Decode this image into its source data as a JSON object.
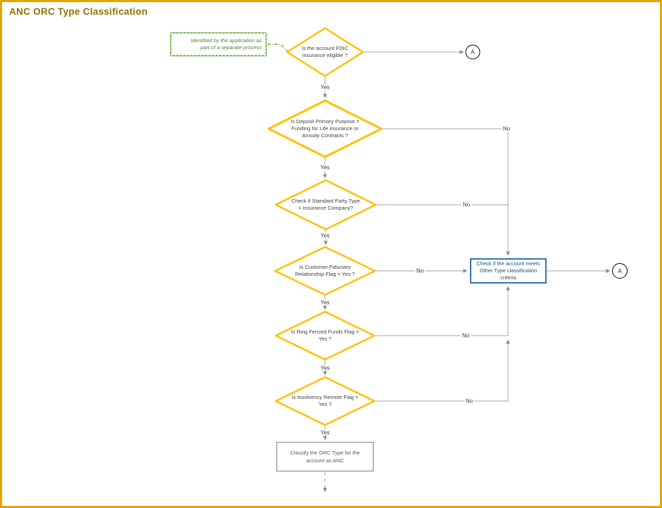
{
  "page": {
    "title": "ANC ORC Type Classification"
  },
  "colors": {
    "page_border_gold": "#E4A400",
    "page_shadow_slate": "#44546A",
    "title_gold": "#8F7100",
    "decision_border_gold": "#FFC000",
    "annotation_green": "#70AD47",
    "annotation_text_green": "#538135",
    "process_blue_border": "#2E75B6",
    "process_blue_text": "#1F4E79",
    "connector_gray": "#A6A6A6"
  },
  "fc": {
    "annotation": {
      "lines": [
        "Identified by the application as",
        "part of a separate process"
      ]
    },
    "decisions": [
      {
        "id": "fdic-eligible",
        "lines": [
          "Is the account FDIC",
          "insurance eligible ?"
        ]
      },
      {
        "id": "deposit-purpose",
        "lines": [
          "Is Deposit Primary Purpose =",
          "Funding for Life insurance or",
          "Annuity Contracts ?"
        ]
      },
      {
        "id": "standard-party-type",
        "lines": [
          "Check if Standard Party Type",
          "= Insurance Company?"
        ]
      },
      {
        "id": "fiduciary-flag",
        "lines": [
          "Is Customer Fiduciary",
          "Relationship Flag = Yes ?"
        ]
      },
      {
        "id": "ring-fenced-flag",
        "lines": [
          "Is Ring Fenced Funds Flag =",
          "Yes ?"
        ]
      },
      {
        "id": "insolvency-flag",
        "lines": [
          "Is Insolvency Remote Flag =",
          "Yes ?"
        ]
      }
    ],
    "other_type_box": {
      "lines": [
        "Check if the account meets",
        "Other Type classification",
        "criteria"
      ]
    },
    "classify_box": {
      "lines": [
        "Classify the ORC Type for the",
        "account as ANC"
      ]
    },
    "labels": {
      "yes": "Yes",
      "no": "No"
    },
    "offpage_label": "A"
  }
}
